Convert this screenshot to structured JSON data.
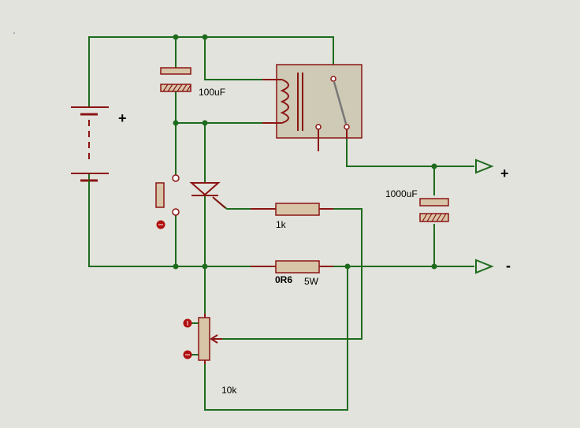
{
  "diagram": {
    "colors": {
      "background": "#e2e3dc",
      "wire": "#1e6b1e",
      "component": "#8b1414",
      "component_fill": "#d8c5a8",
      "relay_fill": "#cfcab5",
      "relay_border": "#8b1414",
      "grid_dots": "#9aa0b0"
    },
    "labels": {
      "battery_plus": "+",
      "cap_small": "100uF",
      "cap_large": "1000uF",
      "resistor_gate": "1k",
      "resistor_shunt": "0R6",
      "resistor_shunt_power": "5W",
      "pot": "10k",
      "out_plus": "+",
      "out_minus": "-"
    }
  }
}
